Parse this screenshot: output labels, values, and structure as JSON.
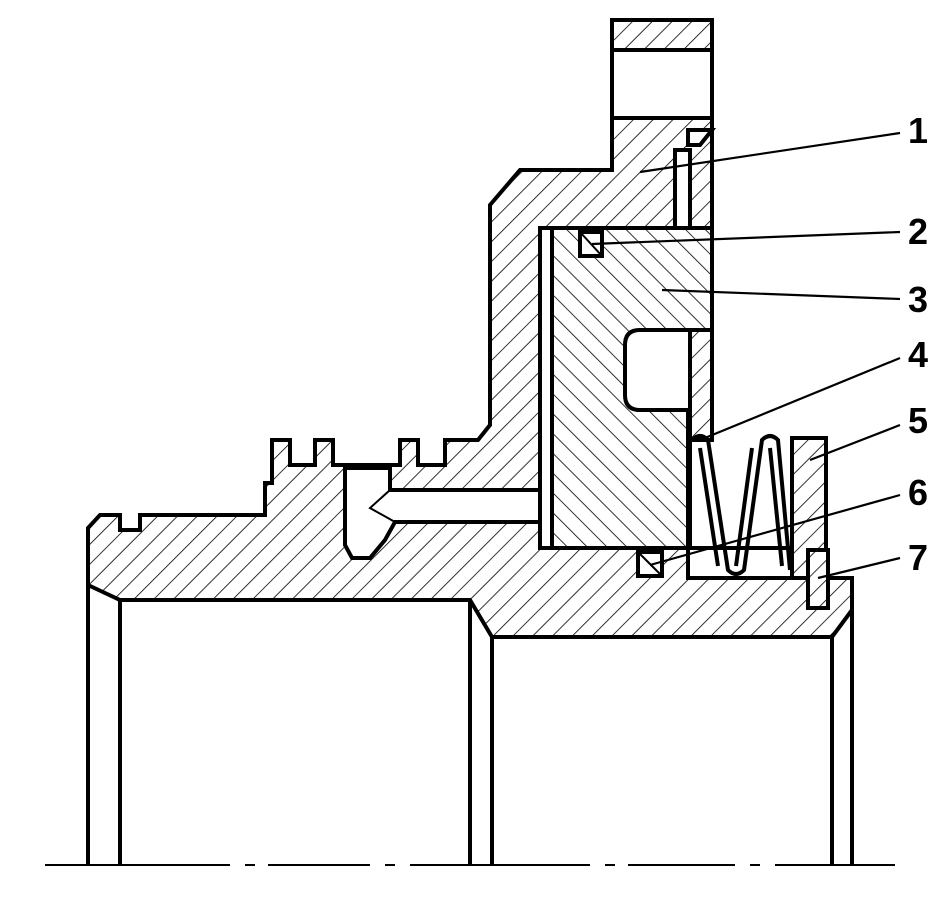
{
  "drawing": {
    "type": "mechanical-cross-section",
    "line_color": "#000000",
    "background": "#ffffff"
  },
  "callouts": [
    {
      "id": "1",
      "label": "1"
    },
    {
      "id": "2",
      "label": "2"
    },
    {
      "id": "3",
      "label": "3"
    },
    {
      "id": "4",
      "label": "4"
    },
    {
      "id": "5",
      "label": "5"
    },
    {
      "id": "6",
      "label": "6"
    },
    {
      "id": "7",
      "label": "7"
    }
  ]
}
